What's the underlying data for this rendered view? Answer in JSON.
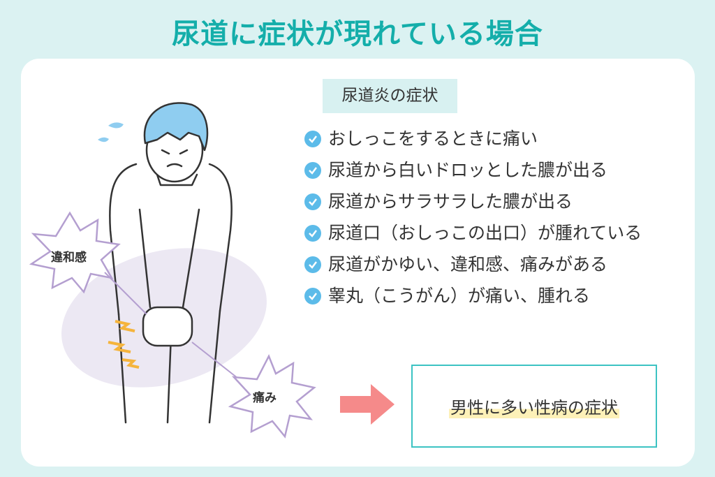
{
  "title": "尿道に症状が現れている場合",
  "subtitle": "尿道炎の症状",
  "symptoms": [
    "おしっこをするときに痛い",
    "尿道から白いドロッとした膿が出る",
    "尿道からサラサラした膿が出る",
    "尿道口（おしっこの出口）が腫れている",
    "尿道がかゆい、違和感、痛みがある",
    "睾丸（こうがん）が痛い、腫れる"
  ],
  "illustration": {
    "bubble_discomfort": "違和感",
    "bubble_pain": "痛み"
  },
  "result": "男性に多い性病の症状",
  "colors": {
    "background": "#dbf2f2",
    "title": "#14aeaa",
    "check": "#5cbbe9",
    "arrow": "#f58a8a",
    "box_border": "#3cc3c3",
    "highlight": "#fdf1b8"
  }
}
